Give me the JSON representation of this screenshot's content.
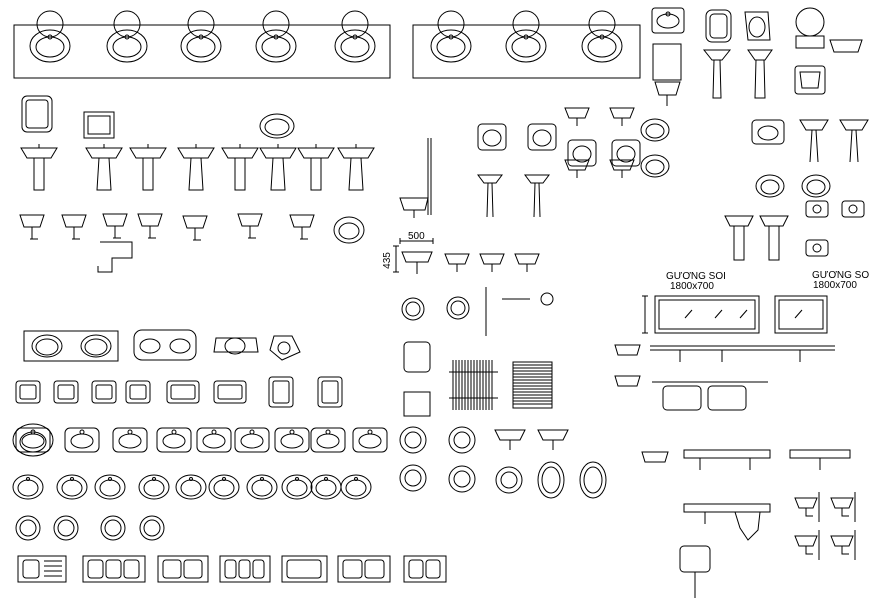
{
  "annotations": {
    "dim_width": "500",
    "dim_height": "435",
    "mirror_label_left_line1": "GƯƠNG SOI",
    "mirror_label_left_line2": "1800x700",
    "mirror_label_right_line1": "GƯƠNG SOI",
    "mirror_label_right_line2": "1800x700"
  },
  "colors": {
    "line": "#000000",
    "background": "#ffffff"
  }
}
